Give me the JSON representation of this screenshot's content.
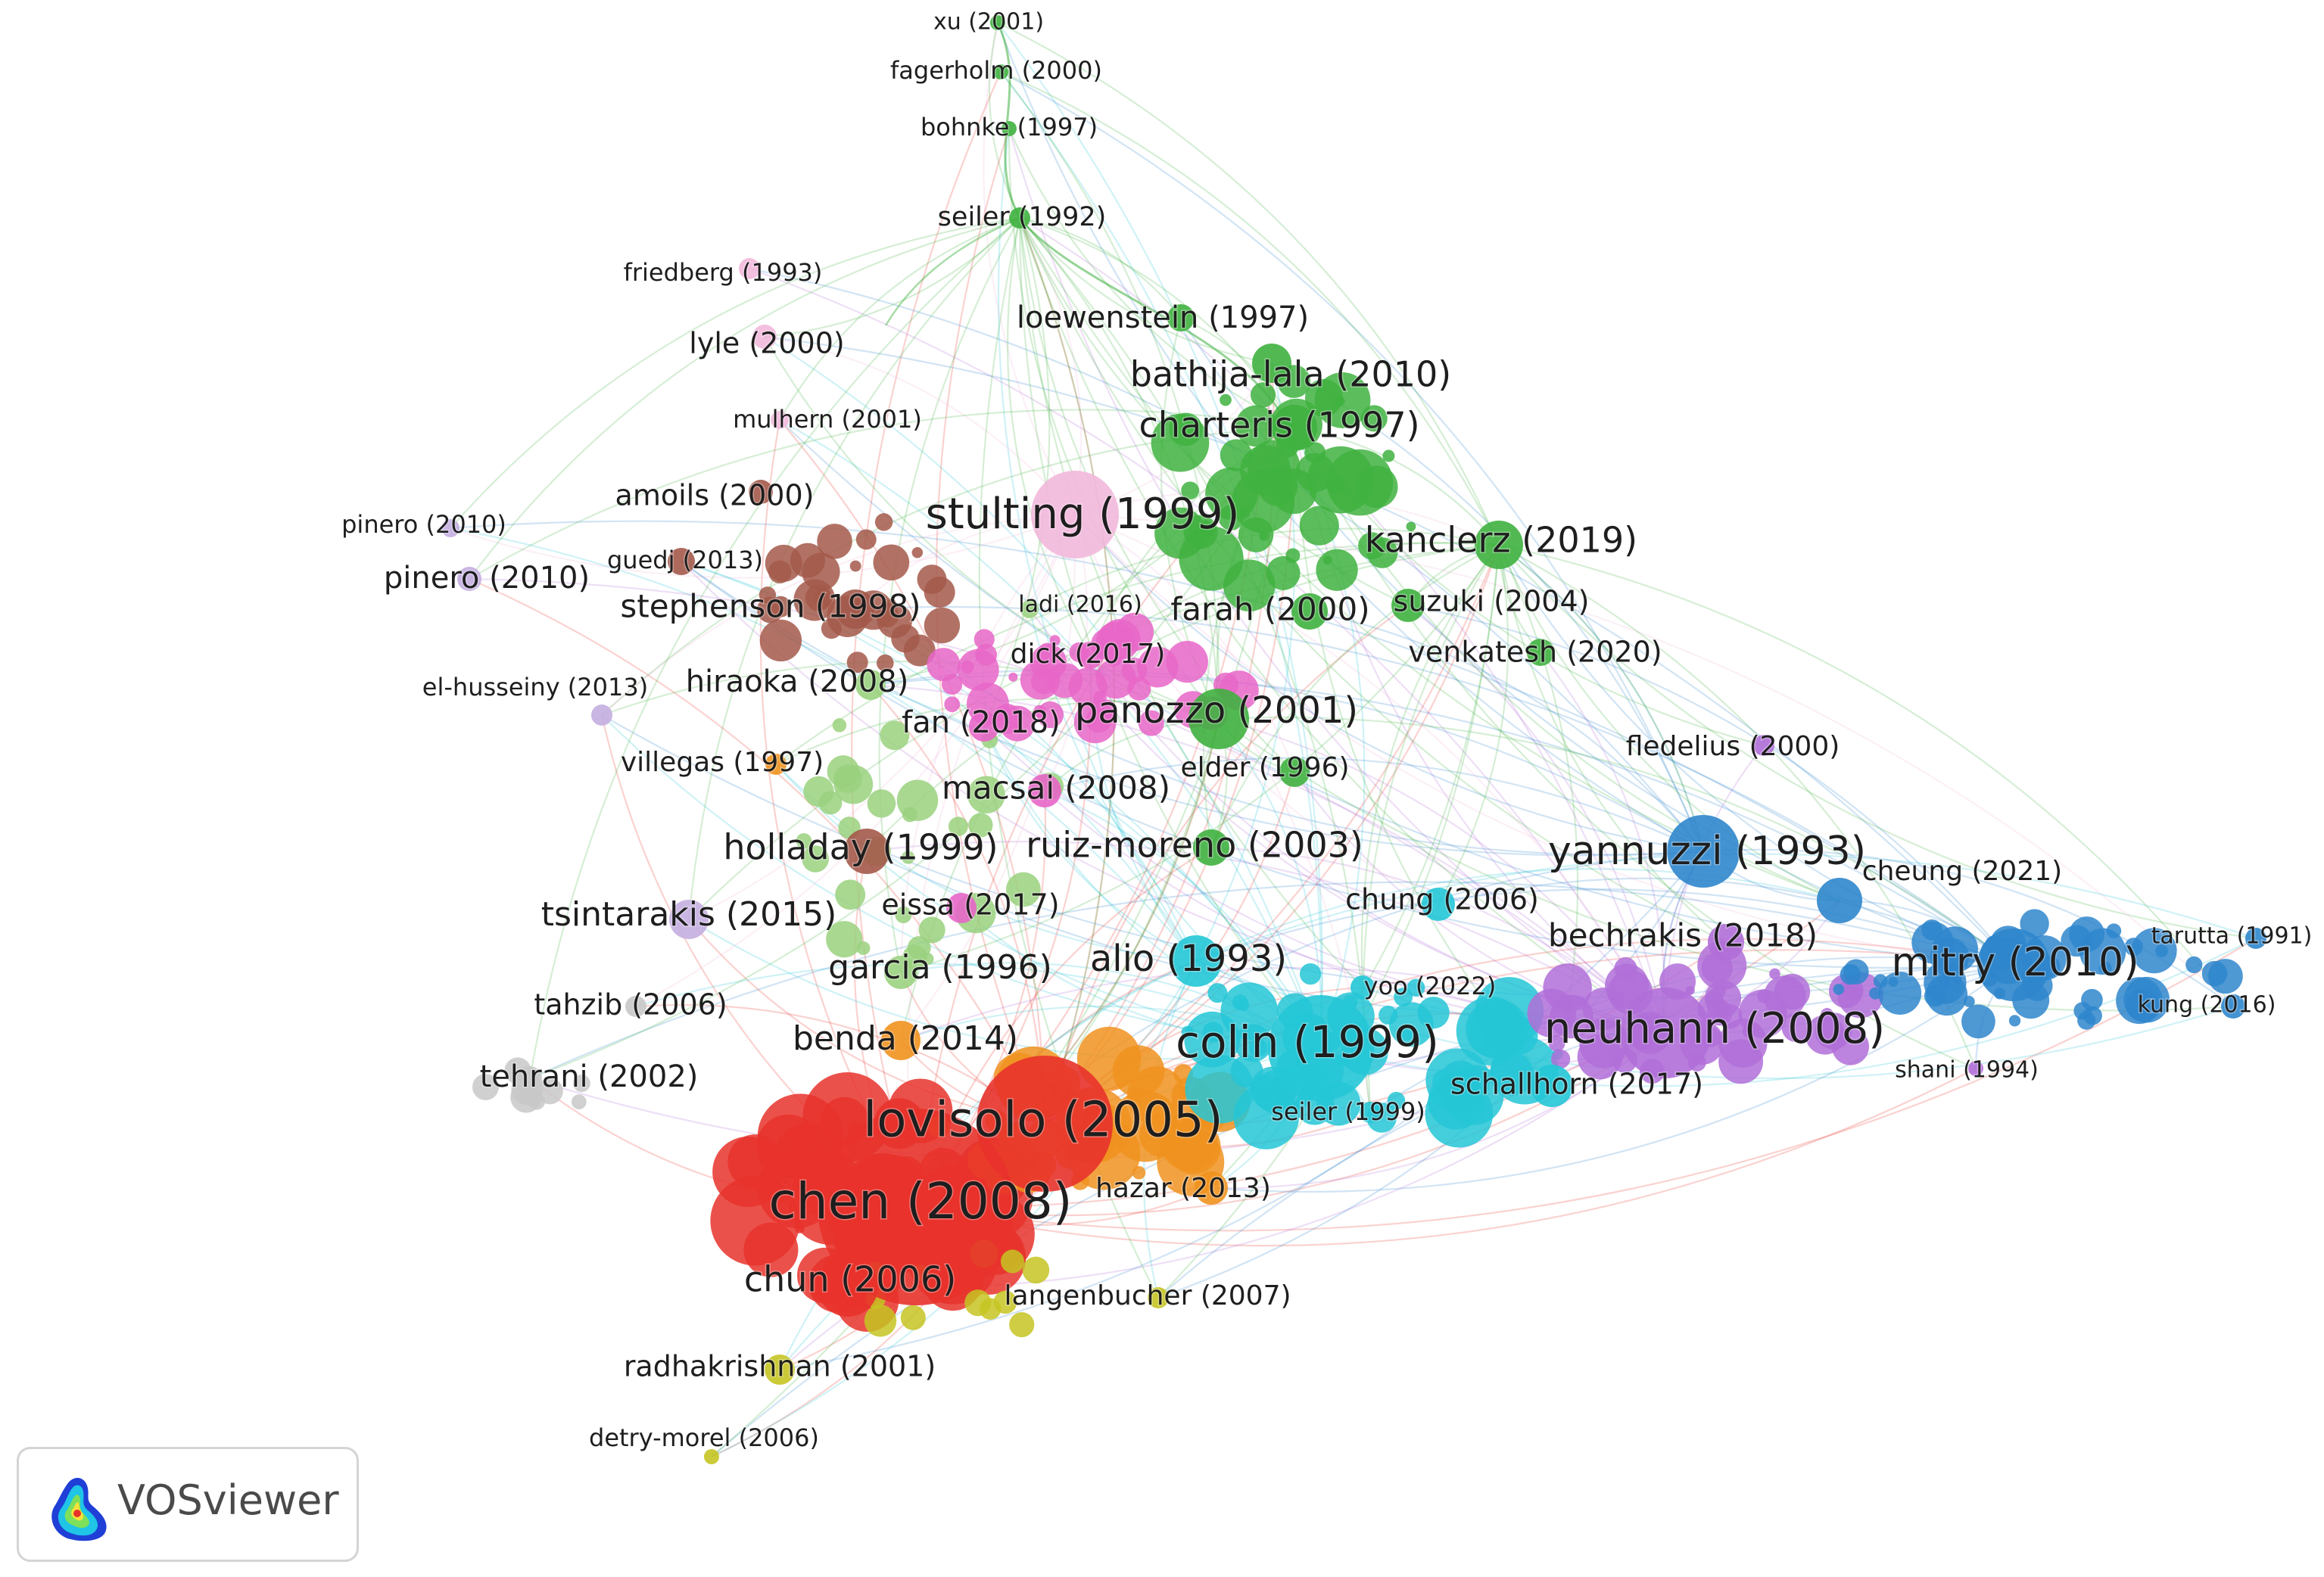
{
  "app": {
    "name": "VOSviewer"
  },
  "colors": {
    "red": "#e8322b",
    "orange": "#f0921e",
    "yellow": "#c5c422",
    "green": "#3fb13f",
    "lightgreen": "#9ad17e",
    "cyan": "#24c6d6",
    "blue": "#2f86cc",
    "purple": "#b06ed8",
    "pink": "#e766c8",
    "lightpink": "#f2b8dc",
    "brown": "#a3594a",
    "grey": "#c8c8c8",
    "lavender": "#c4aee0",
    "link": "#9aa0b5"
  },
  "network": {
    "nodes": [
      {
        "id": "xu",
        "label": "xu (2001)",
        "size": "s",
        "color": "green"
      },
      {
        "id": "fagerholm",
        "label": "fagerholm (2000)",
        "size": "s",
        "color": "green"
      },
      {
        "id": "bohnke",
        "label": "bohnke (1997)",
        "size": "s",
        "color": "green"
      },
      {
        "id": "seiler92",
        "label": "seiler (1992)",
        "size": "m",
        "color": "green"
      },
      {
        "id": "friedberg",
        "label": "friedberg (1993)",
        "size": "s",
        "color": "lightpink"
      },
      {
        "id": "lyle",
        "label": "lyle (2000)",
        "size": "m",
        "color": "lightpink"
      },
      {
        "id": "loewenstein",
        "label": "loewenstein (1997)",
        "size": "m",
        "color": "green"
      },
      {
        "id": "bathija",
        "label": "bathija-lala (2010)",
        "size": "l",
        "color": "green"
      },
      {
        "id": "mulhern",
        "label": "mulhern (2001)",
        "size": "s",
        "color": "lightpink"
      },
      {
        "id": "charteris",
        "label": "charteris (1997)",
        "size": "l",
        "color": "green"
      },
      {
        "id": "amoils",
        "label": "amoils (2000)",
        "size": "m",
        "color": "brown"
      },
      {
        "id": "stulting",
        "label": "stulting (1999)",
        "size": "xl",
        "color": "lightpink"
      },
      {
        "id": "pinero_a",
        "label": "pinero (2010)",
        "size": "s",
        "color": "lavender"
      },
      {
        "id": "guedj",
        "label": "guedj (2013)",
        "size": "s",
        "color": "brown"
      },
      {
        "id": "pinero_b",
        "label": "pinero (2010)",
        "size": "l",
        "color": "lavender"
      },
      {
        "id": "kanclerz",
        "label": "kanclerz (2019)",
        "size": "l",
        "color": "green"
      },
      {
        "id": "stephenson",
        "label": "stephenson (1998)",
        "size": "l",
        "color": "brown"
      },
      {
        "id": "ladi",
        "label": "ladi (2016)",
        "size": "s",
        "color": "lightgreen"
      },
      {
        "id": "farah",
        "label": "farah (2000)",
        "size": "l",
        "color": "green"
      },
      {
        "id": "suzuki",
        "label": "suzuki (2004)",
        "size": "m",
        "color": "green"
      },
      {
        "id": "dick",
        "label": "dick (2017)",
        "size": "m",
        "color": "pink"
      },
      {
        "id": "venkatesh",
        "label": "venkatesh (2020)",
        "size": "m",
        "color": "green"
      },
      {
        "id": "elhusseiny",
        "label": "el-husseiny (2013)",
        "size": "s",
        "color": "lavender"
      },
      {
        "id": "hiraoka",
        "label": "hiraoka (2008)",
        "size": "m",
        "color": "lightgreen"
      },
      {
        "id": "fan",
        "label": "fan (2018)",
        "size": "m",
        "color": "pink"
      },
      {
        "id": "panozzo",
        "label": "panozzo (2001)",
        "size": "l",
        "color": "green"
      },
      {
        "id": "fledelius",
        "label": "fledelius (2000)",
        "size": "m",
        "color": "purple"
      },
      {
        "id": "villegas",
        "label": "villegas (1997)",
        "size": "m",
        "color": "orange"
      },
      {
        "id": "elder",
        "label": "elder (1996)",
        "size": "m",
        "color": "green"
      },
      {
        "id": "macsai",
        "label": "macsai (2008)",
        "size": "m",
        "color": "pink"
      },
      {
        "id": "holladay",
        "label": "holladay (1999)",
        "size": "l",
        "color": "brown"
      },
      {
        "id": "ruizmoreno",
        "label": "ruiz-moreno (2003)",
        "size": "l",
        "color": "green"
      },
      {
        "id": "yannuzzi",
        "label": "yannuzzi (1993)",
        "size": "xl",
        "color": "blue"
      },
      {
        "id": "cheung",
        "label": "cheung (2021)",
        "size": "m",
        "color": "blue"
      },
      {
        "id": "tsintarakis",
        "label": "tsintarakis (2015)",
        "size": "l",
        "color": "lavender"
      },
      {
        "id": "eissa",
        "label": "eissa (2017)",
        "size": "m",
        "color": "pink"
      },
      {
        "id": "chung",
        "label": "chung (2006)",
        "size": "m",
        "color": "cyan"
      },
      {
        "id": "tarutta",
        "label": "tarutta (1991)",
        "size": "s",
        "color": "blue"
      },
      {
        "id": "bechrakis",
        "label": "bechrakis (2018)",
        "size": "m",
        "color": "purple"
      },
      {
        "id": "garcia",
        "label": "garcia (1996)",
        "size": "m",
        "color": "lightgreen"
      },
      {
        "id": "alio",
        "label": "alio (1993)",
        "size": "l",
        "color": "cyan"
      },
      {
        "id": "mitry",
        "label": "mitry (2010)",
        "size": "xl",
        "color": "blue"
      },
      {
        "id": "tahzib",
        "label": "tahzib (2006)",
        "size": "m",
        "color": "grey"
      },
      {
        "id": "yoo",
        "label": "yoo (2022)",
        "size": "s",
        "color": "cyan"
      },
      {
        "id": "kung",
        "label": "kung (2016)",
        "size": "s",
        "color": "blue"
      },
      {
        "id": "neuhann",
        "label": "neuhann (2008)",
        "size": "xl",
        "color": "purple"
      },
      {
        "id": "benda",
        "label": "benda (2014)",
        "size": "l",
        "color": "orange"
      },
      {
        "id": "colin",
        "label": "colin (1999)",
        "size": "xl",
        "color": "cyan"
      },
      {
        "id": "shani",
        "label": "shani (1994)",
        "size": "s",
        "color": "purple"
      },
      {
        "id": "tehrani",
        "label": "tehrani (2002)",
        "size": "m",
        "color": "grey"
      },
      {
        "id": "schallhorn",
        "label": "schallhorn (2017)",
        "size": "m",
        "color": "cyan"
      },
      {
        "id": "lovisolo",
        "label": "lovisolo (2005)",
        "size": "xl",
        "color": "red"
      },
      {
        "id": "seiler99",
        "label": "seiler (1999)",
        "size": "s",
        "color": "cyan"
      },
      {
        "id": "hazar",
        "label": "hazar (2013)",
        "size": "m",
        "color": "orange"
      },
      {
        "id": "chen",
        "label": "chen (2008)",
        "size": "xl",
        "color": "red"
      },
      {
        "id": "chun",
        "label": "chun (2006)",
        "size": "l",
        "color": "red"
      },
      {
        "id": "langenbucher",
        "label": "langenbucher (2007)",
        "size": "m",
        "color": "yellow"
      },
      {
        "id": "radhakrishnan",
        "label": "radhakrishnan (2001)",
        "size": "m",
        "color": "yellow"
      },
      {
        "id": "detrymorel",
        "label": "detry-morel (2006)",
        "size": "s",
        "color": "yellow"
      }
    ]
  }
}
